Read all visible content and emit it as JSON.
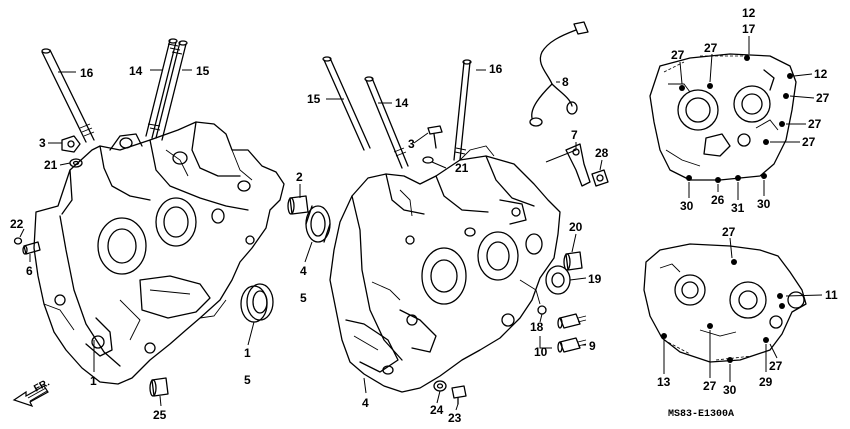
{
  "diagram": {
    "code": "MS83-E1300A",
    "direction_label": "FR.",
    "callouts": [
      {
        "id": "c16a",
        "text": "16"
      },
      {
        "id": "c14a",
        "text": "14"
      },
      {
        "id": "c15a",
        "text": "15"
      },
      {
        "id": "c3a",
        "text": "3"
      },
      {
        "id": "c21a",
        "text": "21"
      },
      {
        "id": "c22",
        "text": "22"
      },
      {
        "id": "c6",
        "text": "6"
      },
      {
        "id": "c2",
        "text": "2"
      },
      {
        "id": "c4a",
        "text": "4"
      },
      {
        "id": "c5a",
        "text": "5"
      },
      {
        "id": "c1a",
        "text": "1"
      },
      {
        "id": "c5b",
        "text": "5"
      },
      {
        "id": "c1b",
        "text": "1"
      },
      {
        "id": "c25",
        "text": "25"
      },
      {
        "id": "c15b",
        "text": "15"
      },
      {
        "id": "c14b",
        "text": "14"
      },
      {
        "id": "c16b",
        "text": "16"
      },
      {
        "id": "c3b",
        "text": "3"
      },
      {
        "id": "c21b",
        "text": "21"
      },
      {
        "id": "c8",
        "text": "8"
      },
      {
        "id": "c7",
        "text": "7"
      },
      {
        "id": "c28",
        "text": "28"
      },
      {
        "id": "c20",
        "text": "20"
      },
      {
        "id": "c19",
        "text": "19"
      },
      {
        "id": "c18",
        "text": "18"
      },
      {
        "id": "c10",
        "text": "10"
      },
      {
        "id": "c9",
        "text": "9"
      },
      {
        "id": "c4b",
        "text": "4"
      },
      {
        "id": "c24",
        "text": "24"
      },
      {
        "id": "c23",
        "text": "23"
      },
      {
        "id": "c12a",
        "text": "12"
      },
      {
        "id": "c17",
        "text": "17"
      },
      {
        "id": "c27a",
        "text": "27"
      },
      {
        "id": "c27b",
        "text": "27"
      },
      {
        "id": "c12b",
        "text": "12"
      },
      {
        "id": "c27c",
        "text": "27"
      },
      {
        "id": "c27d",
        "text": "27"
      },
      {
        "id": "c27e",
        "text": "27"
      },
      {
        "id": "c30a",
        "text": "30"
      },
      {
        "id": "c26",
        "text": "26"
      },
      {
        "id": "c31",
        "text": "31"
      },
      {
        "id": "c30b",
        "text": "30"
      },
      {
        "id": "c27f",
        "text": "27"
      },
      {
        "id": "c11",
        "text": "11"
      },
      {
        "id": "c27g",
        "text": "27"
      },
      {
        "id": "c13",
        "text": "13"
      },
      {
        "id": "c27h",
        "text": "27"
      },
      {
        "id": "c30c",
        "text": "30"
      },
      {
        "id": "c29",
        "text": "29"
      }
    ]
  }
}
